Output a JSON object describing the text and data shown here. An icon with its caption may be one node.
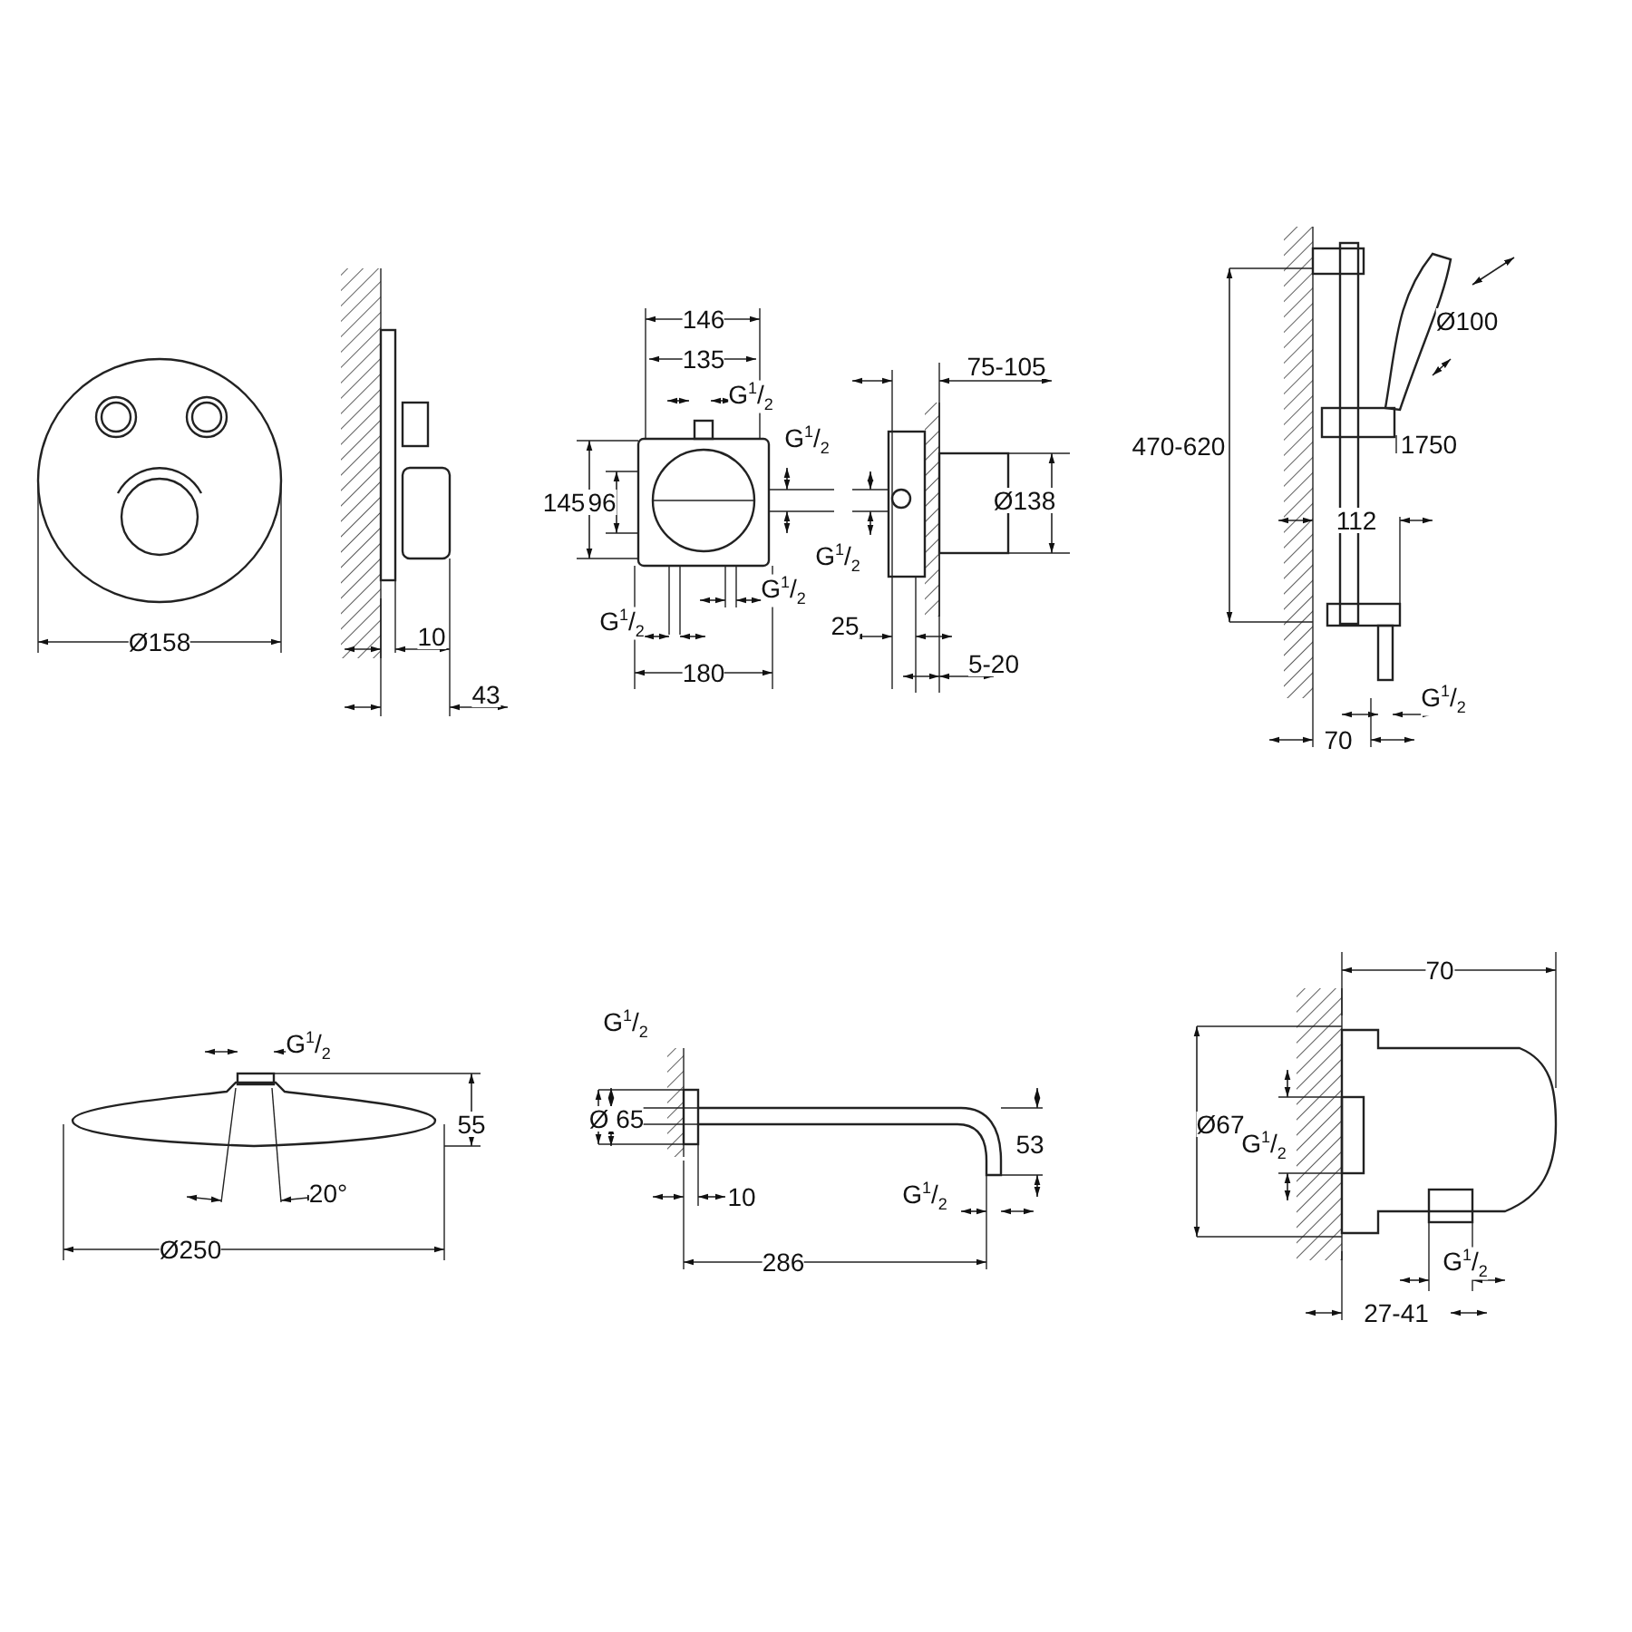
{
  "diagram": {
    "labels": [
      "Ø158",
      "10",
      "43",
      "146",
      "135",
      "G$^{1}$/$_{2}$",
      "G$^{1}$/$_{2}$",
      "145",
      "96",
      "G$^{1}$/$_{2}$",
      "G$^{1}$/$_{2}$",
      "G$^{1}$/$_{2}$",
      "180",
      "75-105",
      "Ø138",
      "25",
      "5-20",
      "Ø100",
      "470-620",
      "1750",
      "112",
      "G$^{1}$/$_{2}$",
      "70",
      "G$^{1}$/$_{2}$",
      "55",
      "20°",
      "Ø250",
      "G$^{1}$/$_{2}$",
      "Ø 65",
      "53",
      "10",
      "G$^{1}$/$_{2}$",
      "286",
      "70",
      "Ø67",
      "G$^{1}$/$_{2}$",
      "G$^{1}$/$_{2}$",
      "27-41"
    ]
  }
}
